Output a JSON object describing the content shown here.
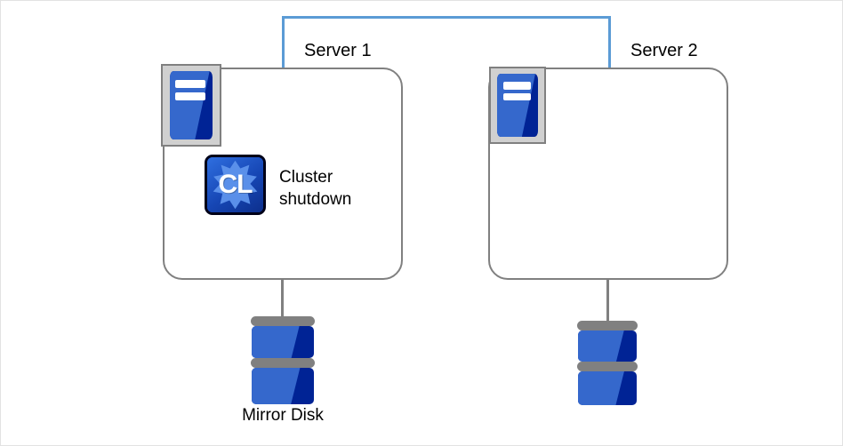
{
  "diagram": {
    "title_left": "Server 1",
    "title_right": "Server 2",
    "interconnect_color": "#5b9bd5",
    "box_border_color": "#808080",
    "disk_dark_color": "#002395",
    "disk_light_color": "#3568cc",
    "disk_plate_color": "#808080"
  },
  "servers": [
    {
      "id": "server-1",
      "label": "Server 1",
      "machine_icon": "server-machine-icon",
      "status_icon": {
        "name": "cluster-shutdown-icon",
        "glyph": "CL"
      },
      "status_caption_line1": "Cluster",
      "status_caption_line2": "shutdown",
      "disk": {
        "name": "mirror-disk-icon",
        "caption": "Mirror Disk"
      }
    },
    {
      "id": "server-2",
      "label": "Server 2",
      "machine_icon": "server-machine-icon",
      "disk": {
        "name": "mirror-disk-icon",
        "caption": ""
      }
    }
  ]
}
